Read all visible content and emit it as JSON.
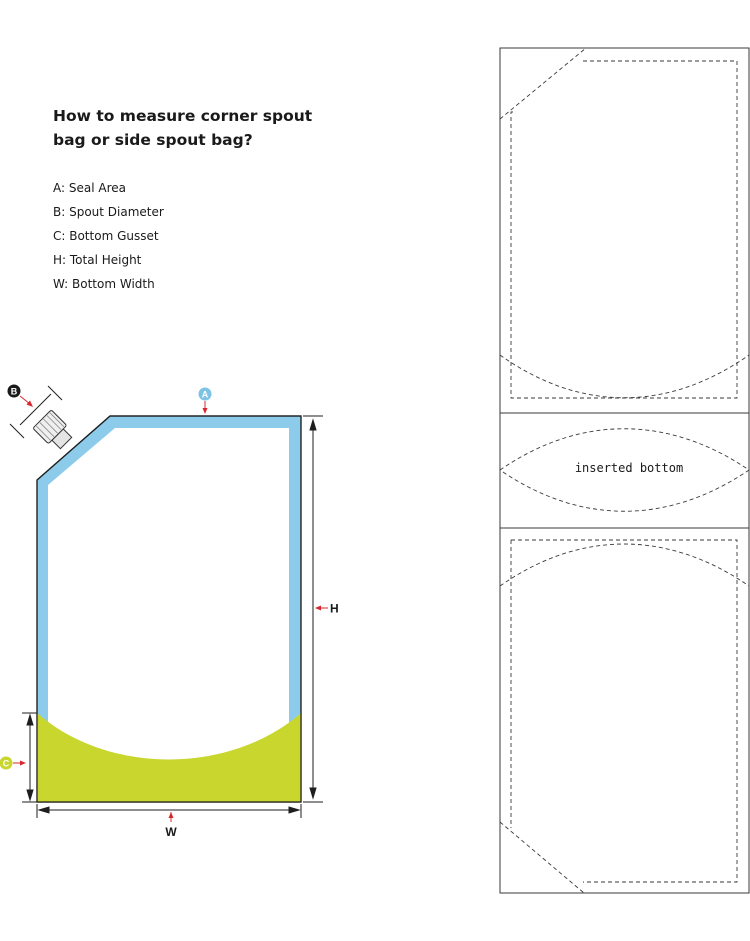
{
  "heading": {
    "line1": "How to measure corner spout",
    "line2": "bag or side spout bag?"
  },
  "legend": [
    "A: Seal Area",
    "B: Spout Diameter",
    "C: Bottom Gusset",
    "H: Total Height",
    "W: Bottom Width"
  ],
  "markers": {
    "a": "A",
    "b": "B",
    "c": "C",
    "h": "H",
    "w": "W"
  },
  "panel": {
    "inserted_bottom": "inserted bottom"
  },
  "colors": {
    "seal": "#8ccbea",
    "gusset": "#c8d62d",
    "marker_blue": "#7dc3e3",
    "marker_yellow": "#c8d62d",
    "arrow_red": "#d9272e"
  }
}
